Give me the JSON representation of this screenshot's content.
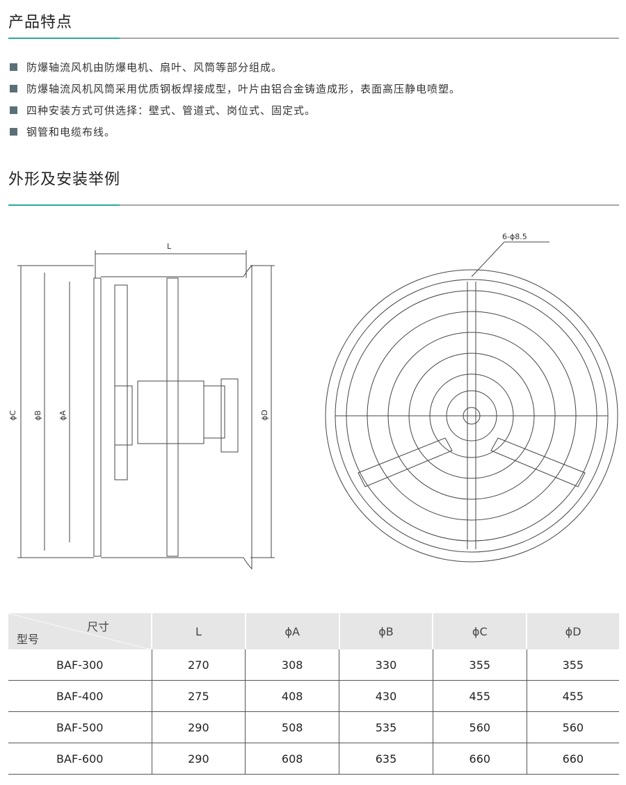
{
  "sections": [
    {
      "title": "产品特点"
    },
    {
      "title": "外形及安装举例"
    }
  ],
  "features": [
    "防爆轴流风机由防爆电机、扇叶、风筒等部分组成。",
    "防爆轴流风机风筒采用优质钢板焊接成型，叶片由铝合金铸造成形，表面高压静电喷塑。",
    "四种安装方式可供选择：壁式、管道式、岗位式、固定式。",
    "钢管和电缆布线。"
  ],
  "drawing": {
    "length": "L",
    "dia_c": "ϕC",
    "dia_b": "ϕB",
    "dia_a": "ϕA",
    "dia_d": "ϕD",
    "holes": "6-ϕ8.5"
  },
  "table": {
    "corner_top": "尺寸",
    "corner_bottom": "型号",
    "headers": [
      "L",
      "ϕA",
      "ϕB",
      "ϕC",
      "ϕD"
    ],
    "rows": [
      [
        "BAF-300",
        "270",
        "308",
        "330",
        "355",
        "355"
      ],
      [
        "BAF-400",
        "275",
        "408",
        "430",
        "455",
        "455"
      ],
      [
        "BAF-500",
        "290",
        "508",
        "535",
        "560",
        "560"
      ],
      [
        "BAF-600",
        "290",
        "608",
        "635",
        "660",
        "660"
      ]
    ]
  },
  "colors": {
    "accent": "#2aaa98",
    "bullet": "#5b6f78"
  }
}
